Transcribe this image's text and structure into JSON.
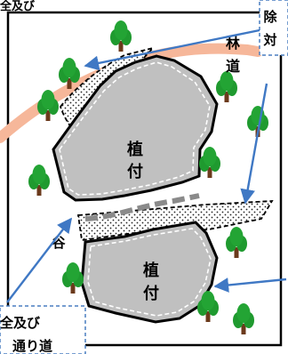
{
  "top_left_label": "全及び",
  "top_right_callout": {
    "line1": "除",
    "line2": "対"
  },
  "road_label": {
    "char1": "林",
    "char2": "道"
  },
  "upper_plot_label": {
    "char1": "植",
    "char2": "付"
  },
  "lower_plot_label": {
    "char1": "植",
    "char2": "付"
  },
  "valley_label": "谷",
  "bottom_callout": {
    "line1": "全及び",
    "line2": "通り道"
  },
  "colors": {
    "plot_fill": "#c0c0c0",
    "road": "#f6b79a",
    "tree": "#1f9a2f",
    "trunk": "#6b3a1c",
    "arrow": "#3f78c4",
    "callout_border": "#4a7fc1",
    "gully": "#8a8a8a",
    "stipple_fill": "#ffffff"
  },
  "icons": [
    "tree-icon",
    "arrow-icon"
  ]
}
